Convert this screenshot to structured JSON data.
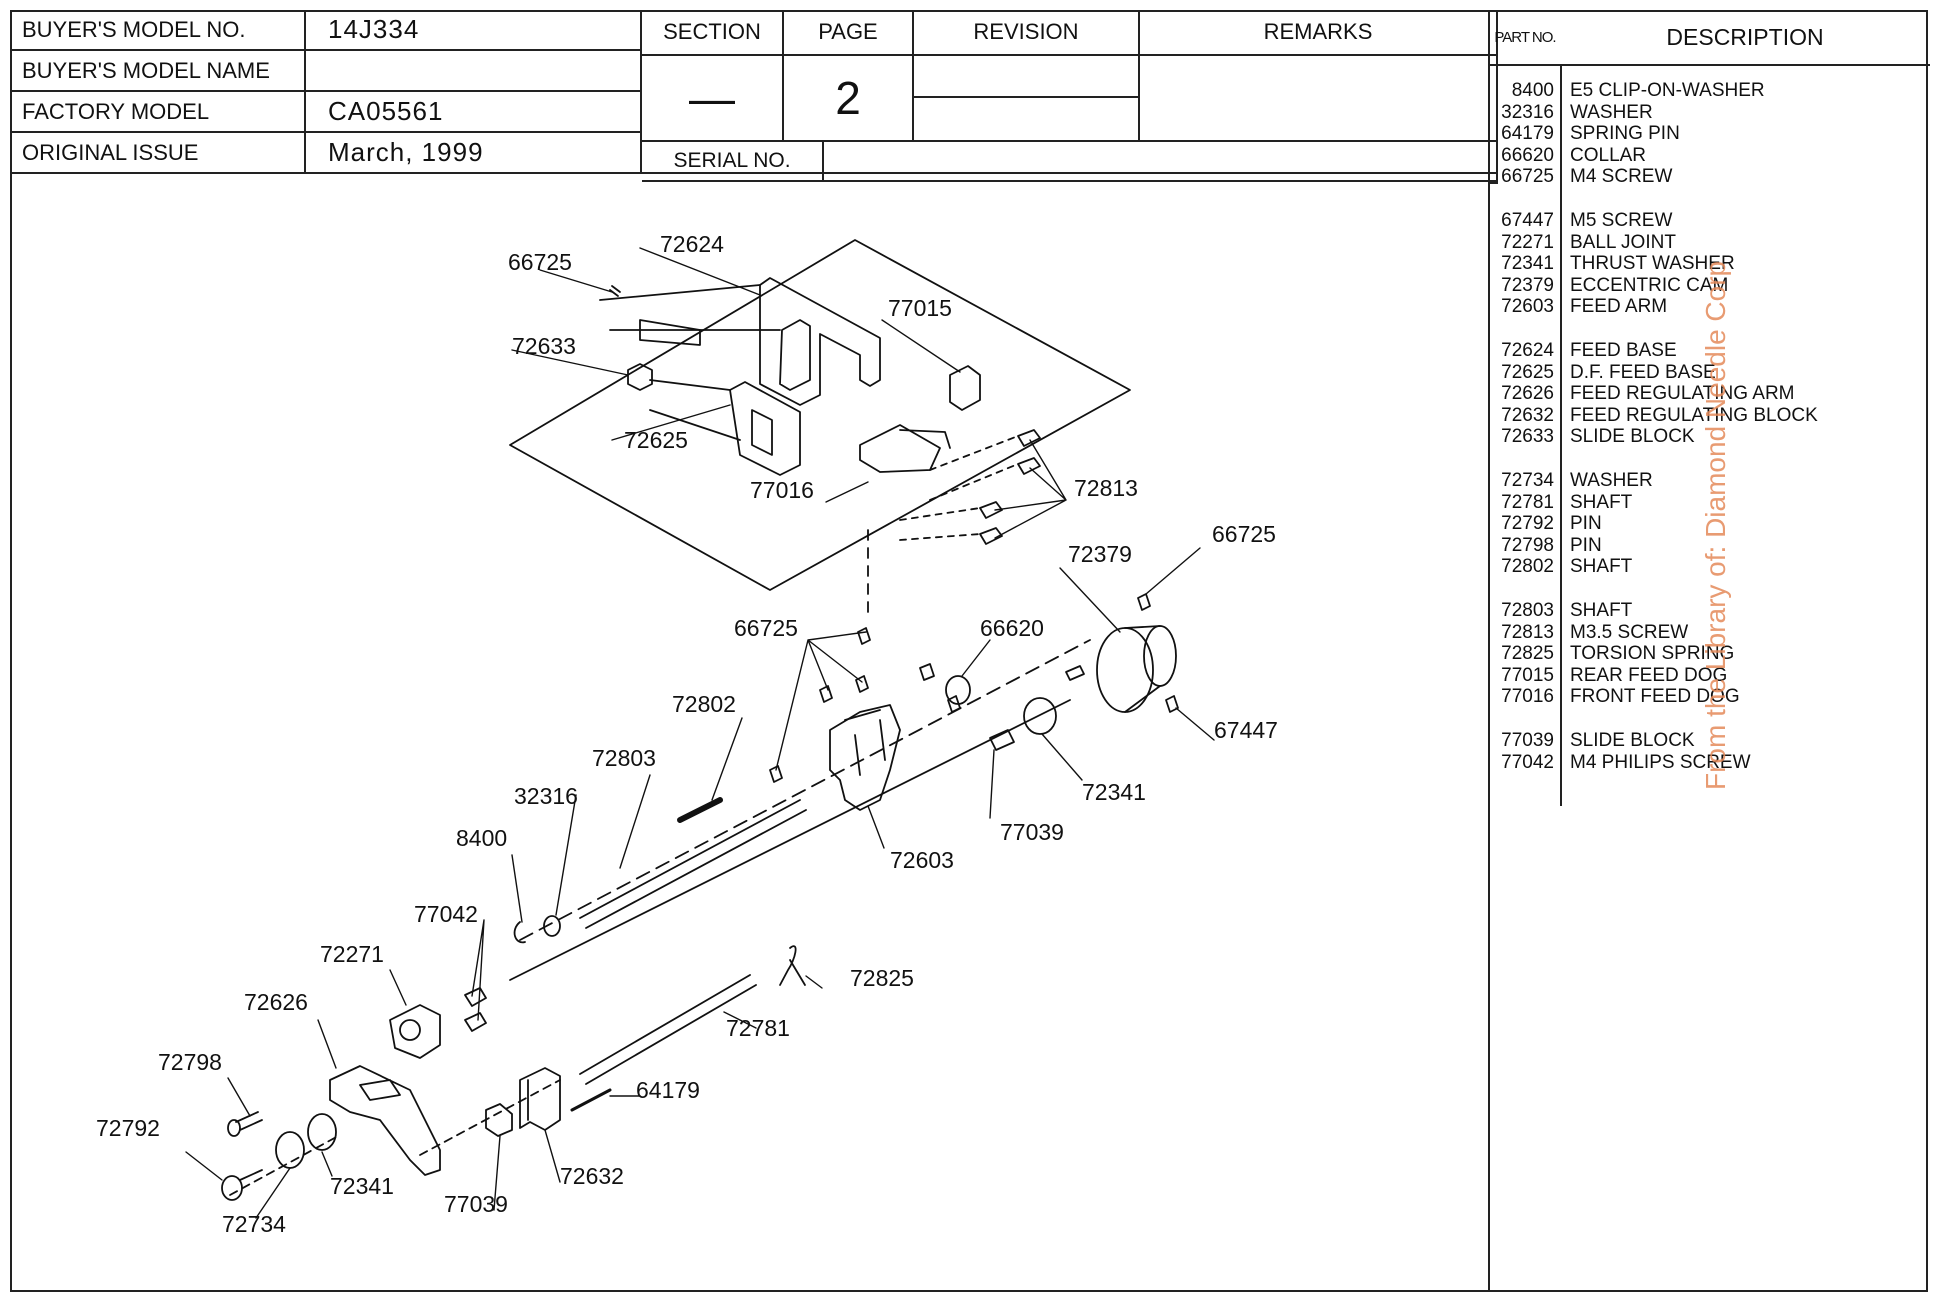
{
  "header": {
    "buyers_model_no_label": "BUYER'S MODEL NO.",
    "buyers_model_no": "14J334",
    "buyers_model_name_label": "BUYER'S MODEL NAME",
    "buyers_model_name": "",
    "factory_model_label": "FACTORY MODEL",
    "factory_model": "CA05561",
    "original_issue_label": "ORIGINAL ISSUE",
    "original_issue": "March, 1999",
    "section_label": "SECTION",
    "section_value": "—",
    "page_label": "PAGE",
    "page_value": "2",
    "revision_label": "REVISION",
    "remarks_label": "REMARKS",
    "serial_no_label": "SERIAL NO."
  },
  "parts_list": {
    "part_no_header": "PART NO.",
    "description_header": "DESCRIPTION",
    "groups": [
      [
        {
          "no": "8400",
          "desc": "E5 CLIP-ON-WASHER"
        },
        {
          "no": "32316",
          "desc": "WASHER"
        },
        {
          "no": "64179",
          "desc": "SPRING PIN"
        },
        {
          "no": "66620",
          "desc": "COLLAR"
        },
        {
          "no": "66725",
          "desc": "M4 SCREW"
        }
      ],
      [
        {
          "no": "67447",
          "desc": "M5 SCREW"
        },
        {
          "no": "72271",
          "desc": "BALL JOINT"
        },
        {
          "no": "72341",
          "desc": "THRUST WASHER"
        },
        {
          "no": "72379",
          "desc": "ECCENTRIC CAM"
        },
        {
          "no": "72603",
          "desc": "FEED ARM"
        }
      ],
      [
        {
          "no": "72624",
          "desc": "FEED BASE"
        },
        {
          "no": "72625",
          "desc": "D.F. FEED BASE"
        },
        {
          "no": "72626",
          "desc": "FEED REGULATING ARM"
        },
        {
          "no": "72632",
          "desc": "FEED REGULATING BLOCK"
        },
        {
          "no": "72633",
          "desc": "SLIDE BLOCK"
        }
      ],
      [
        {
          "no": "72734",
          "desc": "WASHER"
        },
        {
          "no": "72781",
          "desc": "SHAFT"
        },
        {
          "no": "72792",
          "desc": "PIN"
        },
        {
          "no": "72798",
          "desc": "PIN"
        },
        {
          "no": "72802",
          "desc": "SHAFT"
        }
      ],
      [
        {
          "no": "72803",
          "desc": "SHAFT"
        },
        {
          "no": "72813",
          "desc": "M3.5 SCREW"
        },
        {
          "no": "72825",
          "desc": "TORSION SPRING"
        },
        {
          "no": "77015",
          "desc": "REAR FEED DOG"
        },
        {
          "no": "77016",
          "desc": "FRONT FEED DOG"
        }
      ],
      [
        {
          "no": "77039",
          "desc": "SLIDE BLOCK"
        },
        {
          "no": "77042",
          "desc": "M4 PHILIPS SCREW"
        }
      ]
    ]
  },
  "watermark": "From the Library of: Diamond Needle Corp",
  "diagram_labels": {
    "l66725a": "66725",
    "l72624": "72624",
    "l77015": "77015",
    "l72633": "72633",
    "l72625": "72625",
    "l77016": "77016",
    "l72813": "72813",
    "l72379": "72379",
    "l66725b": "66725",
    "l66725c": "66725",
    "l66620": "66620",
    "l72802": "72802",
    "l72803": "72803",
    "l32316": "32316",
    "l8400": "8400",
    "l77042": "77042",
    "l72271": "72271",
    "l72626": "72626",
    "l72798": "72798",
    "l72792": "72792",
    "l72734": "72734",
    "l72341a": "72341",
    "l77039a": "77039",
    "l72632": "72632",
    "l64179": "64179",
    "l72781": "72781",
    "l72825": "72825",
    "l72603": "72603",
    "l77039b": "77039",
    "l72341b": "72341",
    "l67447": "67447"
  }
}
